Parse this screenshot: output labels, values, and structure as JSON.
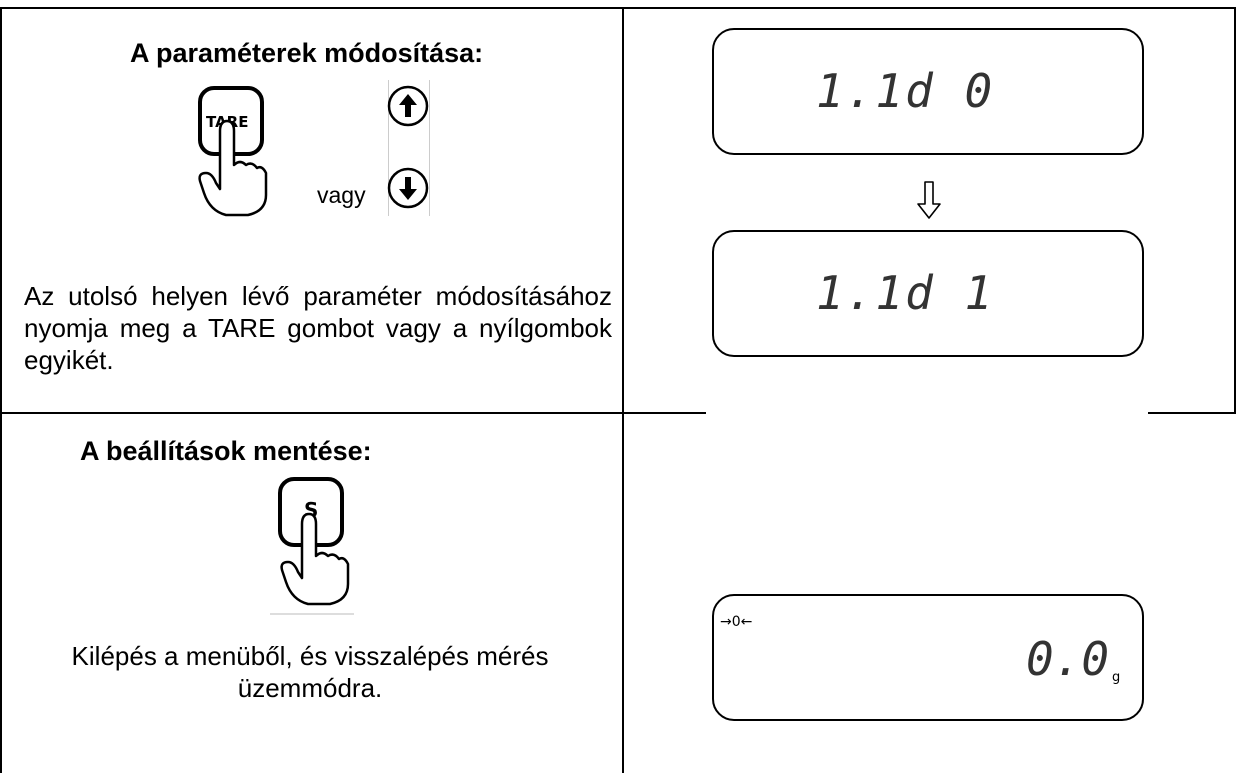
{
  "section1": {
    "title": "A paraméterek módosítása:",
    "key_label": "TARE",
    "or_word": "vagy",
    "description": "Az utolsó helyen lévő paraméter módosításához nyomja meg a TARE gombot vagy a nyílgombok egyikét.",
    "display_before": "1.1d 0",
    "display_after": "1.1d 1"
  },
  "section2": {
    "title": "A beállítások mentése:",
    "key_label": "S",
    "description": "Kilépés a menüből, és visszalépés mérés üzemmódra.",
    "zero_indicator": "→0←",
    "display_value": "0.0",
    "unit": "g"
  },
  "icons": [
    "hand-press-icon",
    "arrow-up-key-icon",
    "arrow-down-key-icon",
    "hollow-down-arrow-icon"
  ]
}
